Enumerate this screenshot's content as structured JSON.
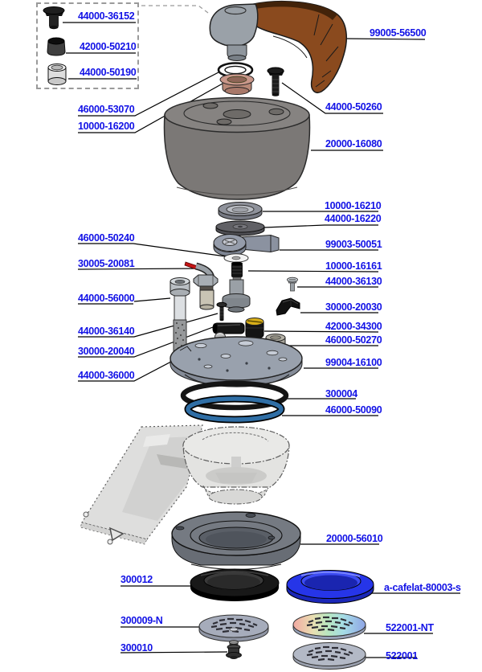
{
  "diagram": {
    "kind": "exploded-parts-diagram",
    "palette": {
      "link_blue": "#1212e6",
      "leader_line": "#000000",
      "handle_brown": "#8a4a1e",
      "body_gray": "#7b7876",
      "plate_gray": "#99a1ad",
      "oring_black": "#151515",
      "oring_blue": "#2f6ea5",
      "gasket_black": "#181818",
      "gasket_blue": "#2635e8",
      "bushing_tan": "#c9978a",
      "cap_yellow": "#d8ae19"
    }
  },
  "parts": [
    {
      "label": "44000-36152",
      "icon": "flat-head-screw-icon"
    },
    {
      "label": "42000-50210",
      "icon": "black-cap-icon"
    },
    {
      "label": "44000-50190",
      "icon": "sleeve-bushing-icon"
    },
    {
      "label": "99005-56500",
      "icon": "lever-handle-icon"
    },
    {
      "label": "46000-53070",
      "icon": "seal-ring-icon"
    },
    {
      "label": "10000-16200",
      "icon": "tan-bushing-icon"
    },
    {
      "label": "44000-50260",
      "icon": "long-screw-icon"
    },
    {
      "label": "20000-16080",
      "icon": "group-dome-icon"
    },
    {
      "label": "10000-16210",
      "icon": "flanged-ring-icon"
    },
    {
      "label": "44000-16220",
      "icon": "washer-disc-icon"
    },
    {
      "label": "99003-50051",
      "icon": "cam-lever-icon"
    },
    {
      "label": "46000-50240",
      "icon": "flat-washer-icon"
    },
    {
      "label": "30005-20081",
      "icon": "inlet-pipe-icon"
    },
    {
      "label": "10000-16161",
      "icon": "piston-icon"
    },
    {
      "label": "44000-36130",
      "icon": "small-screw-icon"
    },
    {
      "label": "44000-56000",
      "icon": "socket-bolt-icon"
    },
    {
      "label": "30000-20030",
      "icon": "rubber-wedge-icon"
    },
    {
      "label": "44000-36140",
      "icon": "small-black-screw-icon"
    },
    {
      "label": "42000-34300",
      "icon": "yellow-cap-plug-icon"
    },
    {
      "label": "30000-20040",
      "icon": "black-pin-icon"
    },
    {
      "label": "46000-50270",
      "icon": "spacer-cylinder-icon"
    },
    {
      "label": "44000-36000",
      "icon": "steel-ball-icon"
    },
    {
      "label": "99004-16100",
      "icon": "group-plate-icon"
    },
    {
      "label": "300004",
      "icon": "black-o-ring-icon"
    },
    {
      "label": "46000-50090",
      "icon": "blue-o-ring-icon"
    },
    {
      "label": "20000-56010",
      "icon": "group-collar-icon"
    },
    {
      "label": "300012",
      "icon": "black-gasket-icon"
    },
    {
      "label": "a-cafelat-80003-s",
      "icon": "blue-gasket-icon"
    },
    {
      "label": "300009-N",
      "icon": "shower-screen-icon"
    },
    {
      "label": "522001-NT",
      "icon": "titanium-shower-screen-icon"
    },
    {
      "label": "300010",
      "icon": "shower-screw-icon"
    },
    {
      "label": "522001",
      "icon": "shower-screen-icon"
    }
  ]
}
